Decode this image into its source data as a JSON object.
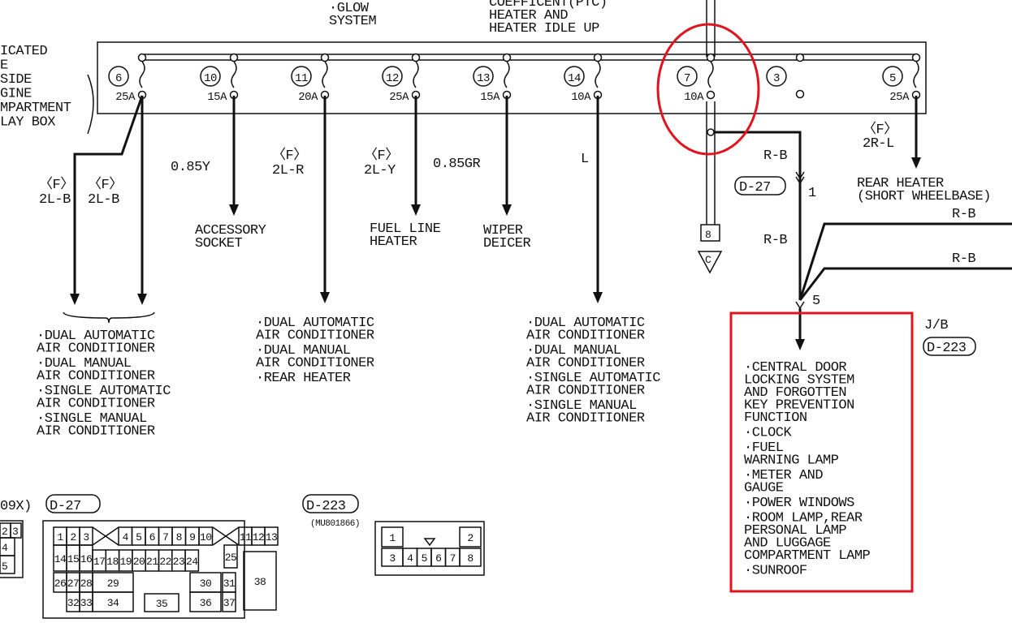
{
  "left_label": [
    "ICATED",
    "E",
    "SIDE",
    "GINE",
    "MPARTMENT",
    "LAY BOX"
  ],
  "top_labels": {
    "glow": [
      "·GLOW",
      "SYSTEM"
    ],
    "ptc": [
      "COEFFICENT(PTC)",
      "HEATER AND",
      "HEATER IDLE UP"
    ]
  },
  "fuses": [
    {
      "number": "6",
      "amps": "25A"
    },
    {
      "number": "10",
      "amps": "15A"
    },
    {
      "number": "11",
      "amps": "20A"
    },
    {
      "number": "12",
      "amps": "25A"
    },
    {
      "number": "13",
      "amps": "15A"
    },
    {
      "number": "14",
      "amps": "10A"
    },
    {
      "number": "7",
      "amps": "10A"
    },
    {
      "number": "3",
      "amps": ""
    },
    {
      "number": "5",
      "amps": "25A"
    }
  ],
  "wires": {
    "f6_a": [
      "〈F〉",
      "2L-B"
    ],
    "f6_b": [
      "〈F〉",
      "2L-B"
    ],
    "f10": "0.85Y",
    "f11": [
      "〈F〉",
      "2L-R"
    ],
    "f12": [
      "〈F〉",
      "2L-Y"
    ],
    "f13": "0.85GR",
    "f14": "L",
    "f5": [
      "〈F〉",
      "2R-L"
    ],
    "f7_rb1": "R-B",
    "f7_rb2": "R-B",
    "rb_top": "R-B",
    "rb_bottom": "R-B",
    "pin1": "1",
    "pin5": "5",
    "pin8": "8",
    "conn_c": "C",
    "conn_d27": "D-27"
  },
  "loads": {
    "accessory": [
      "ACCESSORY",
      "SOCKET"
    ],
    "fuel_heater": [
      "FUEL LINE",
      "HEATER"
    ],
    "wiper": [
      "WIPER",
      "DEICER"
    ],
    "rear_heater": [
      "REAR HEATER",
      "(SHORT WHEELBASE)"
    ]
  },
  "lists": {
    "f6_list": [
      [
        "·DUAL AUTOMATIC",
        " AIR CONDITIONER"
      ],
      [
        "·DUAL MANUAL",
        " AIR CONDITIONER"
      ],
      [
        "·SINGLE AUTOMATIC",
        " AIR CONDITIONER"
      ],
      [
        "·SINGLE MANUAL",
        " AIR CONDITIONER"
      ]
    ],
    "f11_list": [
      [
        "·DUAL AUTOMATIC",
        " AIR CONDITIONER"
      ],
      [
        "·DUAL MANUAL",
        " AIR CONDITIONER"
      ],
      [
        "·REAR HEATER"
      ]
    ],
    "f14_list": [
      [
        "·DUAL AUTOMATIC",
        " AIR CONDITIONER"
      ],
      [
        "·DUAL MANUAL",
        " AIR CONDITIONER"
      ],
      [
        "·SINGLE AUTOMATIC",
        " AIR CONDITIONER"
      ],
      [
        "·SINGLE MANUAL",
        " AIR CONDITIONER"
      ]
    ],
    "jb_list": [
      [
        "·CENTRAL DOOR",
        " LOCKING SYSTEM",
        " AND FORGOTTEN",
        " KEY PREVENTION",
        " FUNCTION"
      ],
      [
        "·CLOCK"
      ],
      [
        "·FUEL",
        " WARNING LAMP"
      ],
      [
        "·METER AND",
        " GAUGE"
      ],
      [
        "·POWER WINDOWS"
      ],
      [
        "·ROOM LAMP,REAR",
        " PERSONAL LAMP",
        " AND LUGGAGE",
        " COMPARTMENT LAMP"
      ],
      [
        "·SUNROOF"
      ]
    ]
  },
  "junction_block": {
    "label": "J/B",
    "connector": "D-223"
  },
  "connectors": {
    "partial_label": "09X)",
    "partial_pins": [
      "2",
      "3",
      "4",
      "5"
    ],
    "d27": {
      "label": "D-27",
      "pins": [
        "1",
        "2",
        "3",
        "4",
        "5",
        "6",
        "7",
        "8",
        "9",
        "10",
        "11",
        "12",
        "13",
        "14",
        "15",
        "16",
        "17",
        "18",
        "19",
        "20",
        "21",
        "22",
        "23",
        "24",
        "25",
        "26",
        "27",
        "28",
        "29",
        "30",
        "31",
        "32",
        "33",
        "34",
        "35",
        "36",
        "37",
        "38"
      ]
    },
    "d223": {
      "label": "D-223",
      "part": "(MU801866)",
      "pins": [
        "1",
        "2",
        "3",
        "4",
        "5",
        "6",
        "7",
        "8"
      ]
    }
  },
  "highlight_colors": {
    "annotation": "#e0141e"
  }
}
